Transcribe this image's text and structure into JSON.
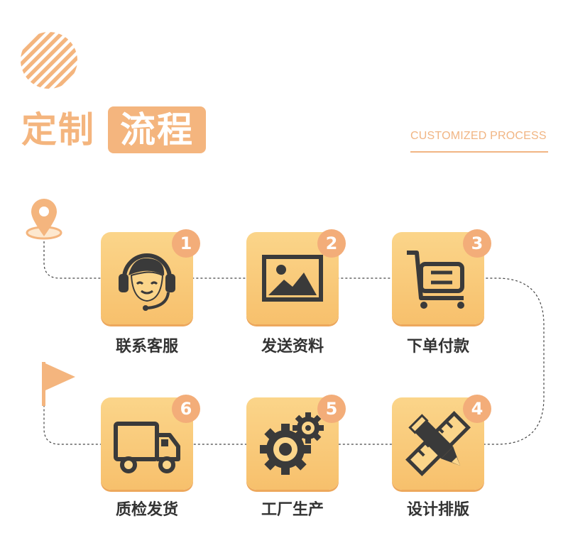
{
  "header": {
    "title_part1": "定制",
    "title_part2": "流程",
    "subtitle": "CUSTOMIZED PROCESS"
  },
  "colors": {
    "accent": "#f4b57e",
    "card_top": "#fbd58a",
    "card_bottom": "#f7c06c",
    "badge": "#f3ad79",
    "icon": "#3a3a3a",
    "text": "#333333"
  },
  "steps": [
    {
      "number": "1",
      "label": "联系客服",
      "icon": "headset-agent-icon"
    },
    {
      "number": "2",
      "label": "发送资料",
      "icon": "image-icon"
    },
    {
      "number": "3",
      "label": "下单付款",
      "icon": "cart-icon"
    },
    {
      "number": "4",
      "label": "设计排版",
      "icon": "pencil-ruler-icon"
    },
    {
      "number": "5",
      "label": "工厂生产",
      "icon": "gears-icon"
    },
    {
      "number": "6",
      "label": "质检发货",
      "icon": "truck-icon"
    }
  ]
}
